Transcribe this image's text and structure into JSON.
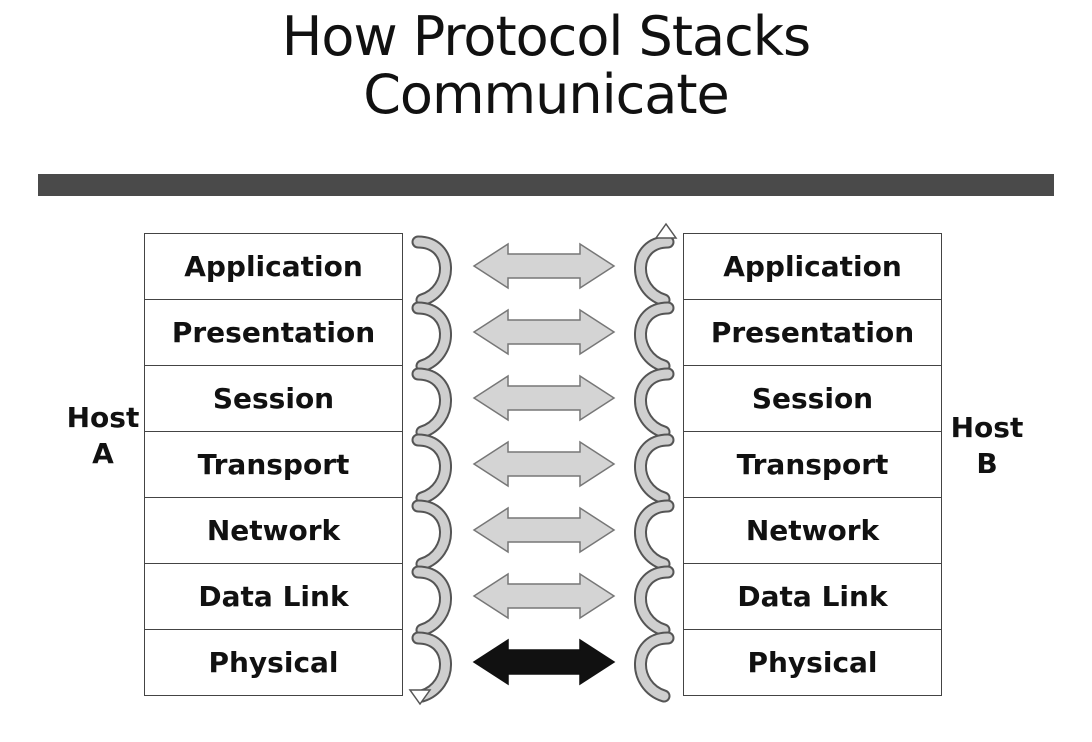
{
  "title": {
    "line1": "How Protocol Stacks",
    "line2": "Communicate"
  },
  "host_a": {
    "line1": "Host",
    "line2": "A"
  },
  "host_b": {
    "line1": "Host",
    "line2": "B"
  },
  "layers": [
    "Application",
    "Presentation",
    "Session",
    "Transport",
    "Network",
    "Data Link",
    "Physical"
  ],
  "colors": {
    "rule": "#4a4a4a",
    "virtual_arrow": "#d4d4d4",
    "physical_arrow": "#111111",
    "spiral": "#cfcfcf"
  }
}
